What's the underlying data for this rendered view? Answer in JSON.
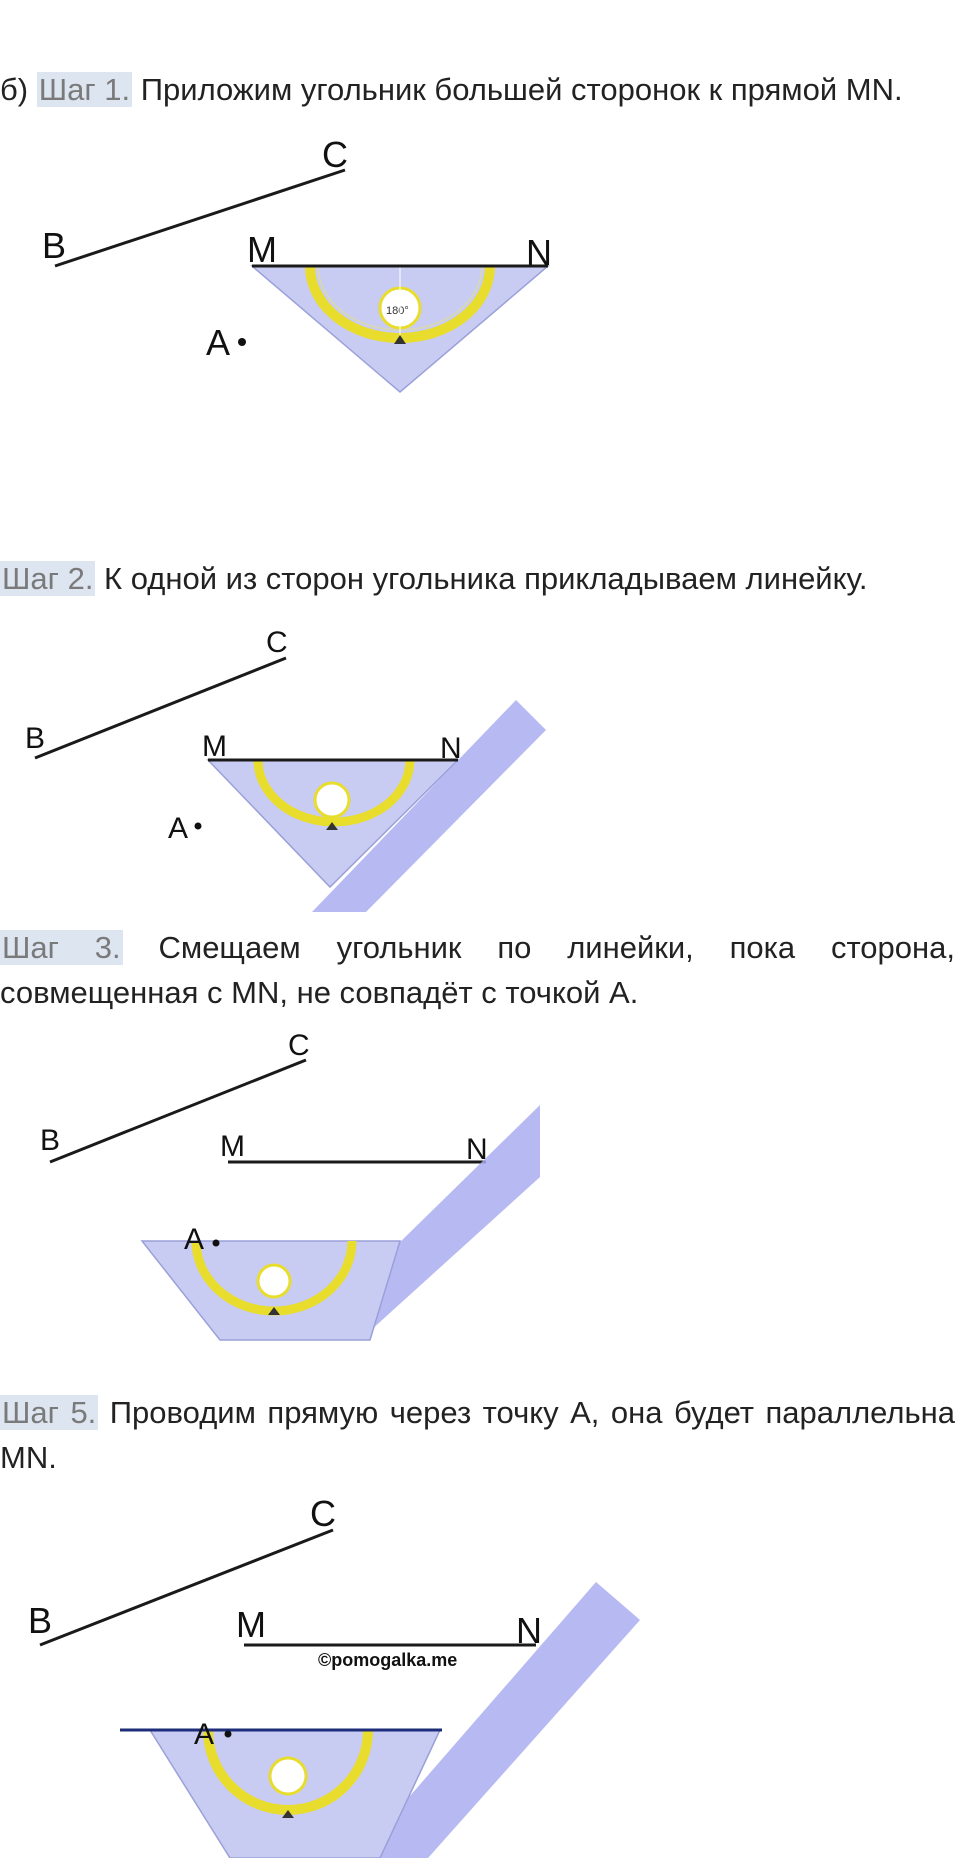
{
  "steps": [
    {
      "prefix": "б) ",
      "label": "Шаг 1.",
      "text": " Приложим угольник большей сторонок к прямой MN."
    },
    {
      "prefix": "",
      "label": "Шаг 2.",
      "text": " К одной из сторон угольника прикладываем линейку."
    },
    {
      "prefix": "",
      "label": "Шаг 3.",
      "text": " Смещаем угольник по линейки, пока сторона, совмещенная с MN, не совпадёт с точкой А."
    },
    {
      "prefix": "",
      "label": "Шаг 5.",
      "text": " Проводим прямую через точку А, она будет параллельна MN."
    }
  ],
  "labels": {
    "b": "B",
    "c": "C",
    "m": "M",
    "n": "N",
    "a": "A"
  },
  "protractor_mark": "180°",
  "watermark": "©pomogalka.me",
  "colors": {
    "triangle": "#c9ccf2",
    "ruler": "#a9adf0",
    "arc": "#e8dc2c",
    "line": "#1a1a1a",
    "parallel": "#1d2d7a"
  }
}
